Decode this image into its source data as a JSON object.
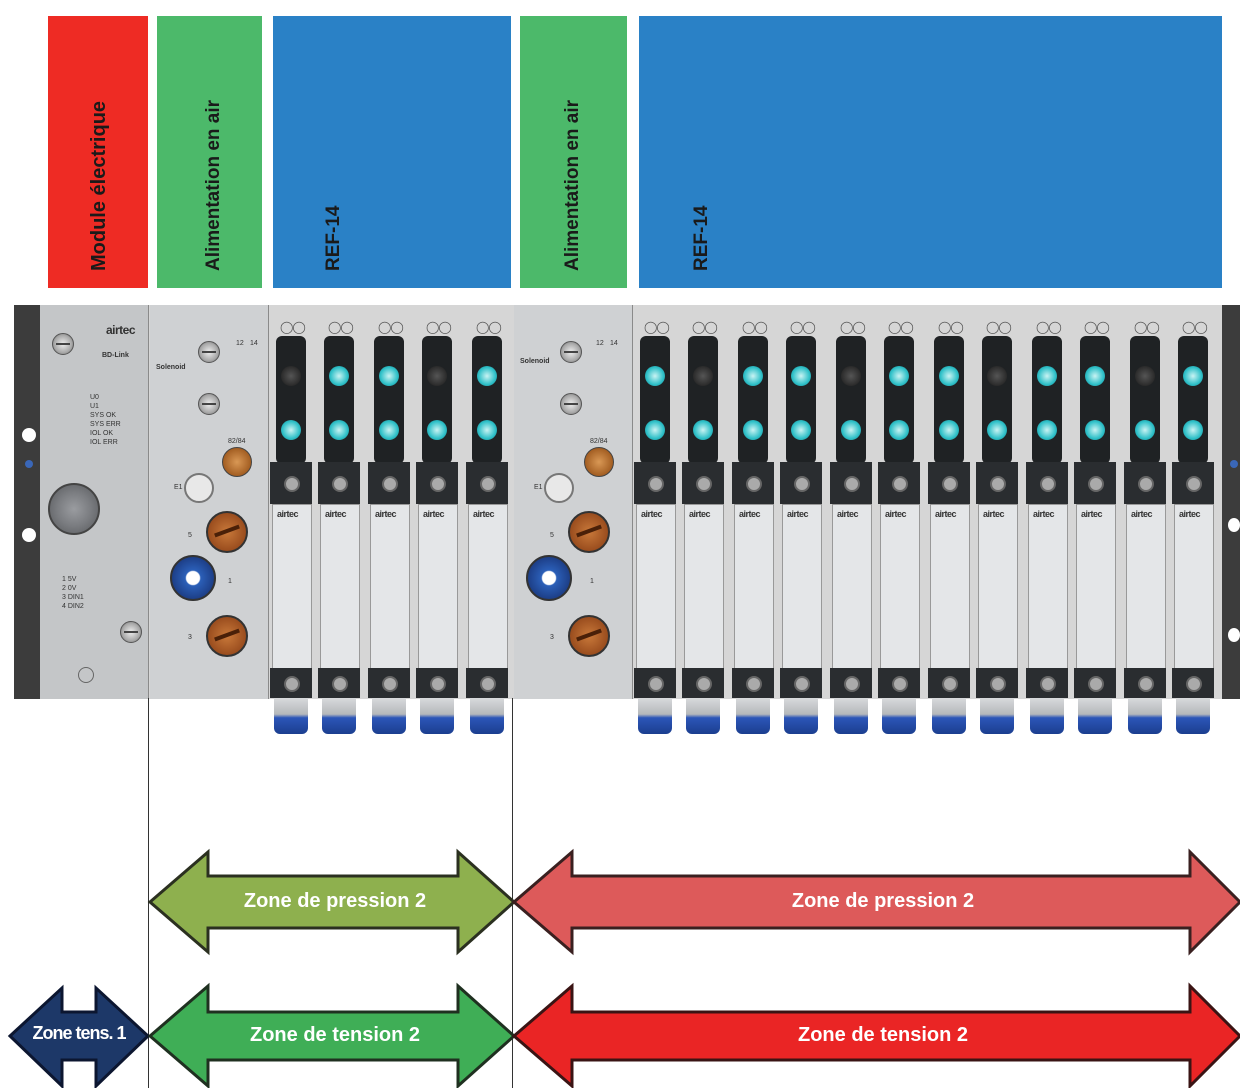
{
  "header": {
    "module_electrique": "Module électrique",
    "alimentation_1": "Alimentation en air",
    "ref_1": "REF-14",
    "alimentation_2": "Alimentation en air",
    "ref_2": "REF-14"
  },
  "colors": {
    "red": "#ee2b24",
    "green": "#4cb96a",
    "blue": "#2a81c6",
    "olive_arrow": "#8eb04e",
    "salmon_arrow": "#dd5a5a",
    "navy_arrow": "#1d3868",
    "green_arrow": "#3fae56",
    "red_arrow": "#ea2525"
  },
  "device": {
    "brand": "airtec",
    "model": "BD-Link",
    "leds": [
      "U0",
      "U1",
      "SYS OK",
      "SYS ERR",
      "IOL OK",
      "IOL ERR"
    ],
    "solenoid_label": "Solenoid",
    "port_labels": [
      "12",
      "14",
      "82/84",
      "E1",
      "5",
      "1",
      "3"
    ],
    "pin_legend": [
      "1 5V",
      "2 0V",
      "3 DIN1",
      "4 DIN2"
    ]
  },
  "arrows": {
    "pression_a": "Zone de pression 2",
    "pression_b": "Zone de pression 2",
    "tension_1": "Zone tens. 1",
    "tension_a": "Zone de tension 2",
    "tension_b": "Zone de tension 2"
  }
}
